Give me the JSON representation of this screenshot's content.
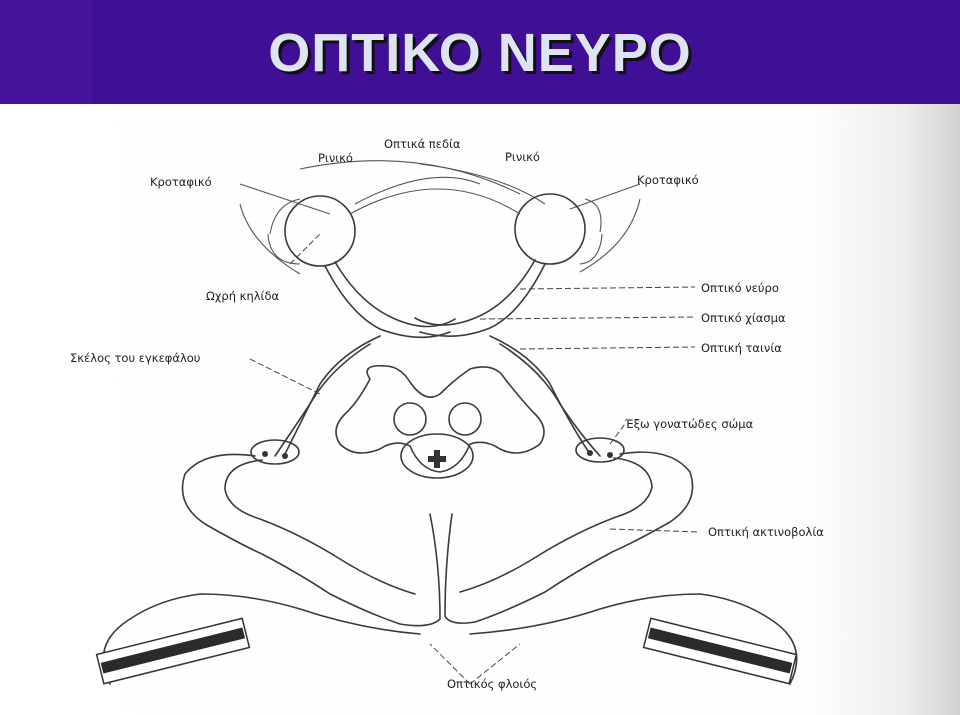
{
  "title": "ΟΠΤΙΚΟ ΝΕΥΡΟ",
  "diagram": {
    "labels": {
      "visual_fields": "Οπτικά πεδία",
      "nasal_left": "Ρινικό",
      "nasal_right": "Ρινικό",
      "temporal_left": "Κροταφικό",
      "temporal_right": "Κροταφικό",
      "macula": "Ωχρή κηλίδα",
      "optic_nerve": "Οπτικό νεύρο",
      "optic_chiasm": "Οπτικό χίασμα",
      "optic_tract": "Οπτική ταινία",
      "cerebral_peduncle": "Σκέλος του εγκεφάλου",
      "lateral_geniculate": "Έξω γονατώδες σώμα",
      "optic_radiation": "Οπτική ακτινοβολία",
      "visual_cortex": "Οπτικός φλοιός"
    }
  },
  "colors": {
    "header": "#3f0f96",
    "title": "#dfe4f4",
    "lines": "#3b3b3b"
  }
}
